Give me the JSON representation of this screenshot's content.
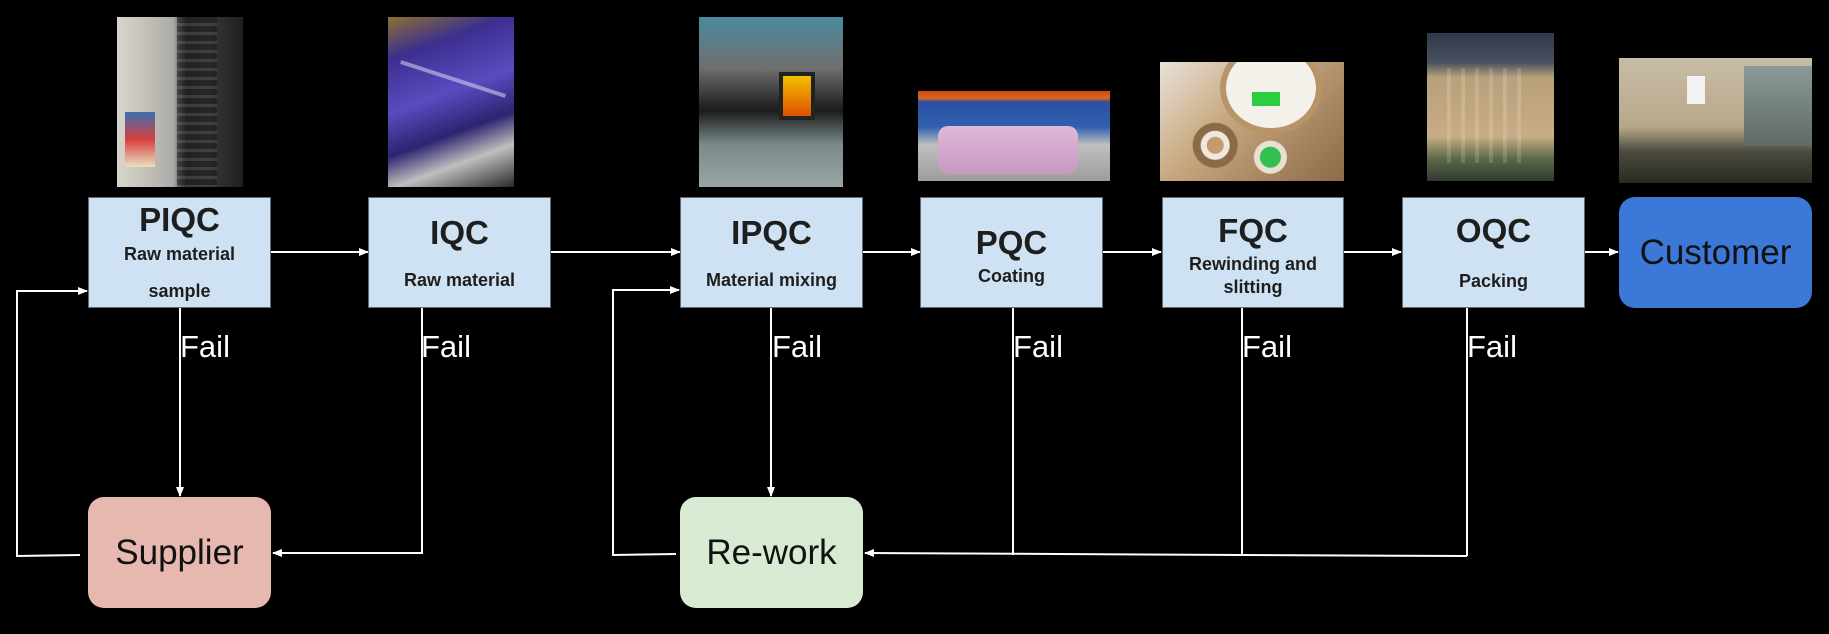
{
  "diagram": {
    "stages": [
      {
        "id": "piqc",
        "title": "PIQC",
        "subtitle_lines": [
          "Raw material",
          "sample"
        ],
        "photo": "tensile-testing-machine-photo"
      },
      {
        "id": "iqc",
        "title": "IQC",
        "subtitle_lines": [
          "Raw material"
        ],
        "photo": "purple-film-roll-photo"
      },
      {
        "id": "ipqc",
        "title": "IPQC",
        "subtitle_lines": [
          "Material mixing"
        ],
        "photo": "thermal-camera-mixing-photo"
      },
      {
        "id": "pqc",
        "title": "PQC",
        "subtitle_lines": [
          "Coating"
        ],
        "photo": "coating-roller-photo"
      },
      {
        "id": "fqc",
        "title": "FQC",
        "subtitle_lines": [
          "Rewinding and",
          "slitting"
        ],
        "photo": "paper-cores-photo"
      },
      {
        "id": "oqc",
        "title": "OQC",
        "subtitle_lines": [
          "Packing"
        ],
        "photo": "wrapped-pallet-photo"
      }
    ],
    "customer": {
      "label": "Customer",
      "photo": "crated-shipment-photo"
    },
    "supplier": {
      "label": "Supplier"
    },
    "rework": {
      "label": "Re-work"
    },
    "fail_label": "Fail",
    "colors": {
      "stage_fill": "#cfe2f3",
      "customer_fill": "#3c78d8",
      "supplier_fill": "#e6b8af",
      "rework_fill": "#d9ead3",
      "background": "#000000",
      "connector": "#ffffff"
    }
  }
}
